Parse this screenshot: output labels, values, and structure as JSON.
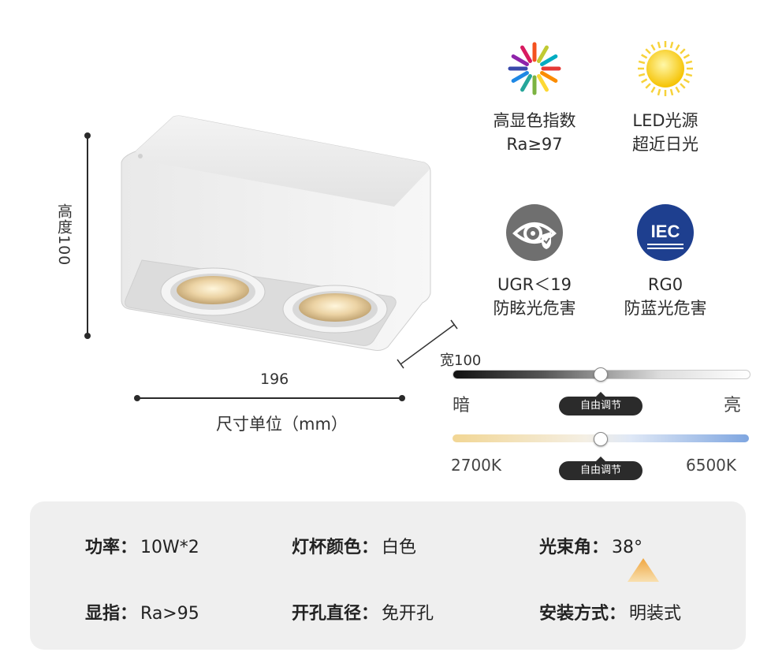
{
  "dimensions": {
    "height_label": "高度100",
    "width_label": "宽100",
    "length_label": "196",
    "unit_label": "尺寸单位（mm）"
  },
  "features": [
    {
      "icon": "color-spectrum-icon",
      "line1": "高显色指数",
      "line2": "Ra≥97"
    },
    {
      "icon": "sun-icon",
      "line1": "LED光源",
      "line2": "超近日光"
    },
    {
      "icon": "eye-shield-icon",
      "line1": "UGR＜19",
      "line2": "防眩光危害"
    },
    {
      "icon": "iec-logo-icon",
      "line1": "RG0",
      "line2": "防蓝光危害",
      "logo_text": "IEC"
    }
  ],
  "brightness_slider": {
    "left_label": "暗",
    "right_label": "亮",
    "badge": "自由调节",
    "level_percent": 50
  },
  "cct_slider": {
    "left_label": "2700K",
    "right_label": "6500K",
    "badge": "自由调节",
    "level_percent": 50
  },
  "specs": [
    {
      "key": "功率：",
      "value": "10W*2"
    },
    {
      "key": "灯杯颜色：",
      "value": "白色"
    },
    {
      "key": "光束角：",
      "value": "38°"
    },
    {
      "key": "显指：",
      "value": "Ra>95"
    },
    {
      "key": "开孔直径：",
      "value": "免开孔"
    },
    {
      "key": "安装方式：",
      "value": "明装式"
    }
  ],
  "colors": {
    "accent_dark": "#2b2b2b",
    "warm": "#f2d694",
    "cool": "#7fa6e0",
    "iec_blue": "#1e3f8f"
  }
}
